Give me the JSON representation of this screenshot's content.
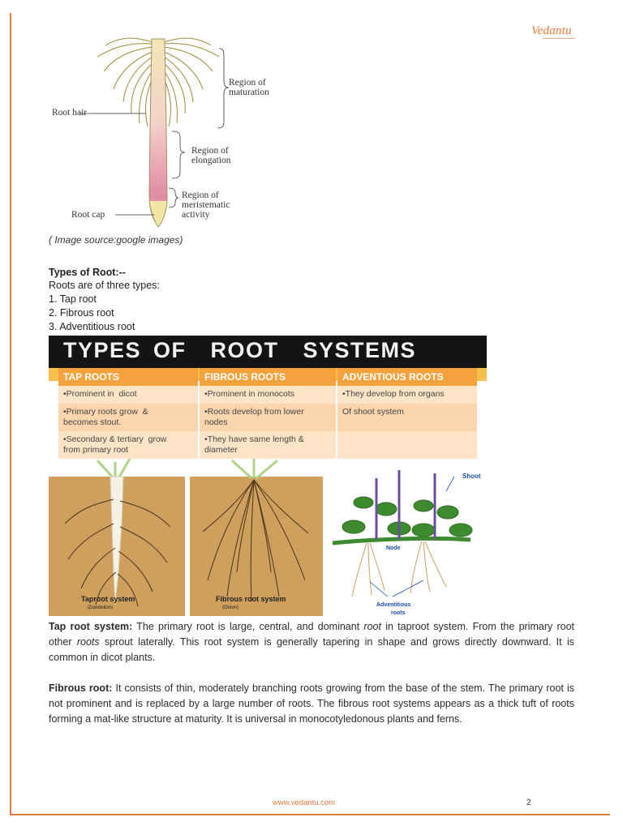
{
  "header": {
    "logo_text": "Vedantu"
  },
  "root_diagram": {
    "labels": {
      "maturation": "Region of\nmaturation",
      "root_hair": "Root hair",
      "elongation": "Region of\nelongation",
      "meristematic": "Region of\nmeristematic\nactivity",
      "root_cap": "Root cap"
    },
    "caption": "( Image source:google images)"
  },
  "types": {
    "heading": "Types of Root:--",
    "intro": "Roots are of three types:",
    "items": [
      "1. Tap root",
      "2. Fibrous root",
      "3. Adventitious root"
    ]
  },
  "root_systems_figure": {
    "title": "TYPES OF  ROOT  SYSTEMS",
    "columns": [
      "TAP ROOTS",
      "FIBROUS ROOTS",
      "ADVENTIOUS ROOTS"
    ],
    "rows": [
      [
        "•Prominent in  dicot",
        "•Prominent in monocots",
        "•They develop from organs"
      ],
      [
        "•Primary roots grow  &\nbecomes stout.",
        "•Roots develop from lower\nnodes",
        "Of shoot system"
      ],
      [
        "•Secondary & tertiary  grow\nfrom primary root",
        "•They have same length &\ndiameter",
        ""
      ]
    ],
    "pictures": {
      "taproot_label": "Taproot system",
      "taproot_sub": "(Dandelion)",
      "fibrous_label": "Fibrous root system",
      "fibrous_sub": "(Onion)",
      "shoot_label": "Shoot",
      "node_label": "Node",
      "adventitious_label": "Adventitious\nroots"
    },
    "colors": {
      "banner": "#141414",
      "header": "#f4a23d",
      "cell": "#fde4c7",
      "soil": "#cf9f5e"
    }
  },
  "paragraphs": {
    "tap_root": {
      "term": "Tap root system:",
      "t1": " The primary root is large, central, and dominant ",
      "em1": "root",
      "t2": " in taproot system. From the primary root other ",
      "em2": "roots",
      "t3": " sprout laterally. This root system is generally tapering in shape and grows directly downward.  It is common in dicot plants."
    },
    "fibrous_root": {
      "term": "Fibrous root:",
      "text": " It consists of thin, moderately branching roots growing from the base of the stem. The primary root is not prominent and is replaced by a large number of roots. The fibrous root systems appears as a thick tuft of roots forming a mat-like structure at maturity. It is universal in monocotyledonous plants and ferns."
    }
  },
  "footer": {
    "url": "www.vedantu.com",
    "page_number": "2"
  }
}
